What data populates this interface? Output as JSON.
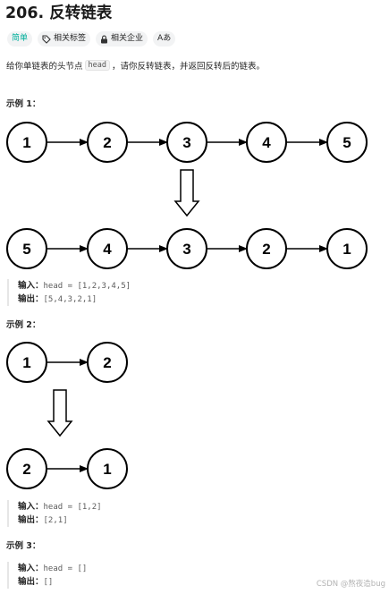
{
  "problem": {
    "title": "206. 反转链表",
    "tags": [
      {
        "label": "简单",
        "icon": "none"
      },
      {
        "label": "相关标签",
        "icon": "tag-icon"
      },
      {
        "label": "相关企业",
        "icon": "lock-icon"
      },
      {
        "label": "Aあ",
        "icon": "translate-icon"
      }
    ],
    "description": {
      "before": "给你单链表的头节点",
      "code": "head",
      "after": "，请你反转链表，并返回反转后的链表。"
    }
  },
  "examples": [
    {
      "heading": "示例 1：",
      "input_nodes": [
        "1",
        "2",
        "3",
        "4",
        "5"
      ],
      "output_nodes": [
        "5",
        "4",
        "3",
        "2",
        "1"
      ],
      "input_key": "输入：",
      "input_value": "head = [1,2,3,4,5]",
      "output_key": "输出：",
      "output_value": "[5,4,3,2,1]"
    },
    {
      "heading": "示例 2：",
      "input_nodes": [
        "1",
        "2"
      ],
      "output_nodes": [
        "2",
        "1"
      ],
      "input_key": "输入：",
      "input_value": "head = [1,2]",
      "output_key": "输出：",
      "output_value": "[2,1]"
    },
    {
      "heading": "示例 3：",
      "input_key": "输入：",
      "input_value": "head = []",
      "output_key": "输出：",
      "output_value": "[]"
    }
  ],
  "watermark": "CSDN @熬夜造bug"
}
